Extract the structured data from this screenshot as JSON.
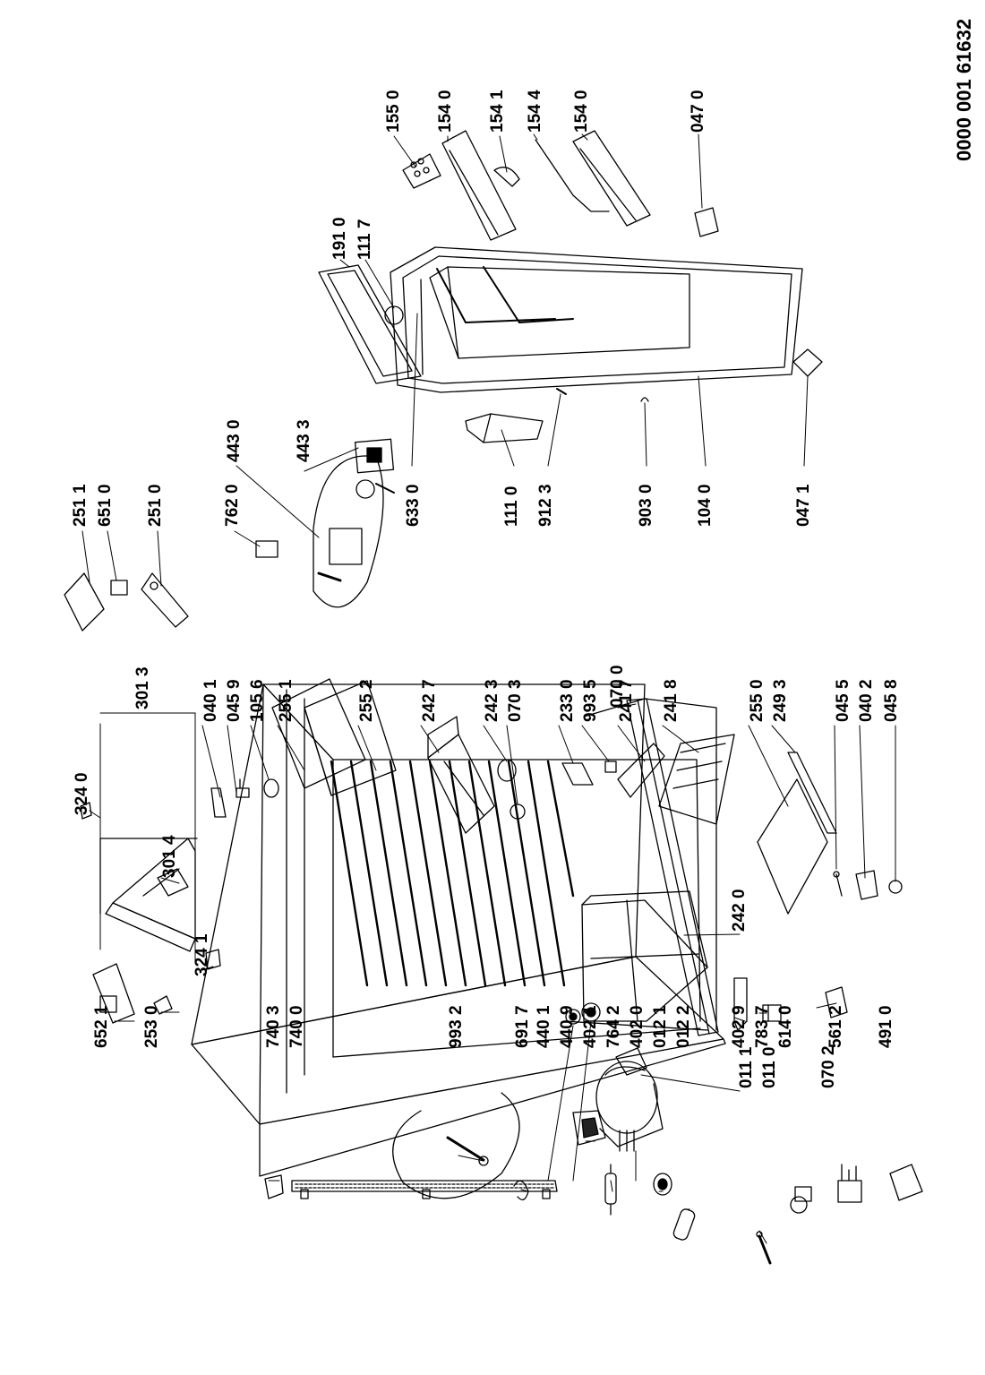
{
  "document_number": "0000 001 61632",
  "part_labels": [
    {
      "id": "652-1",
      "text": "652 1"
    },
    {
      "id": "253-0",
      "text": "253 0"
    },
    {
      "id": "740-3",
      "text": "740 3"
    },
    {
      "id": "740-0",
      "text": "740 0"
    },
    {
      "id": "993-2",
      "text": "993 2"
    },
    {
      "id": "691-7",
      "text": "691 7"
    },
    {
      "id": "440-1",
      "text": "440 1"
    },
    {
      "id": "440-9",
      "text": "440 9"
    },
    {
      "id": "402-1",
      "text": "402 1"
    },
    {
      "id": "764-2",
      "text": "764 2"
    },
    {
      "id": "402-0",
      "text": "402 0"
    },
    {
      "id": "012-1",
      "text": "012 1"
    },
    {
      "id": "012-2",
      "text": "012 2"
    },
    {
      "id": "402-9",
      "text": "402 9"
    },
    {
      "id": "783-7",
      "text": "783 7"
    },
    {
      "id": "614-0",
      "text": "614 0"
    },
    {
      "id": "561-2",
      "text": "561 2"
    },
    {
      "id": "491-0",
      "text": "491 0"
    },
    {
      "id": "011-1",
      "text": "011 1"
    },
    {
      "id": "011-0",
      "text": "011 0"
    },
    {
      "id": "070-2",
      "text": "070 2"
    },
    {
      "id": "242-0",
      "text": "242 0"
    },
    {
      "id": "324-1",
      "text": "324 1"
    },
    {
      "id": "324-0",
      "text": "324 0"
    },
    {
      "id": "301-4",
      "text": "301 4"
    },
    {
      "id": "070-0",
      "text": "070 0"
    },
    {
      "id": "301-3",
      "text": "301 3"
    },
    {
      "id": "040-1",
      "text": "040 1"
    },
    {
      "id": "045-9",
      "text": "045 9"
    },
    {
      "id": "105-6",
      "text": "105 6"
    },
    {
      "id": "255-1",
      "text": "255 1"
    },
    {
      "id": "255-2",
      "text": "255 2"
    },
    {
      "id": "242-7",
      "text": "242 7"
    },
    {
      "id": "242-3",
      "text": "242 3"
    },
    {
      "id": "070-3",
      "text": "070 3"
    },
    {
      "id": "233-0",
      "text": "233 0"
    },
    {
      "id": "993-5",
      "text": "993 5"
    },
    {
      "id": "241-7",
      "text": "241 7"
    },
    {
      "id": "241-8",
      "text": "241 8"
    },
    {
      "id": "255-0",
      "text": "255 0"
    },
    {
      "id": "249-3",
      "text": "249 3"
    },
    {
      "id": "045-5",
      "text": "045 5"
    },
    {
      "id": "040-2",
      "text": "040 2"
    },
    {
      "id": "045-8",
      "text": "045 8"
    },
    {
      "id": "251-1",
      "text": "251 1"
    },
    {
      "id": "651-0",
      "text": "651 0"
    },
    {
      "id": "251-0",
      "text": "251 0"
    },
    {
      "id": "762-0",
      "text": "762 0"
    },
    {
      "id": "443-0",
      "text": "443 0"
    },
    {
      "id": "443-3",
      "text": "443 3"
    },
    {
      "id": "633-0",
      "text": "633 0"
    },
    {
      "id": "111-0",
      "text": "111 0"
    },
    {
      "id": "912-3",
      "text": "912 3"
    },
    {
      "id": "903-0",
      "text": "903 0"
    },
    {
      "id": "104-0",
      "text": "104 0"
    },
    {
      "id": "047-1",
      "text": "047 1"
    },
    {
      "id": "191-0",
      "text": "191 0"
    },
    {
      "id": "111-7",
      "text": "111 7"
    },
    {
      "id": "155-0",
      "text": "155 0"
    },
    {
      "id": "154-0-a",
      "text": "154 0"
    },
    {
      "id": "154-1",
      "text": "154 1"
    },
    {
      "id": "154-4",
      "text": "154 4"
    },
    {
      "id": "154-0-b",
      "text": "154 0"
    },
    {
      "id": "047-0",
      "text": "047 0"
    }
  ]
}
